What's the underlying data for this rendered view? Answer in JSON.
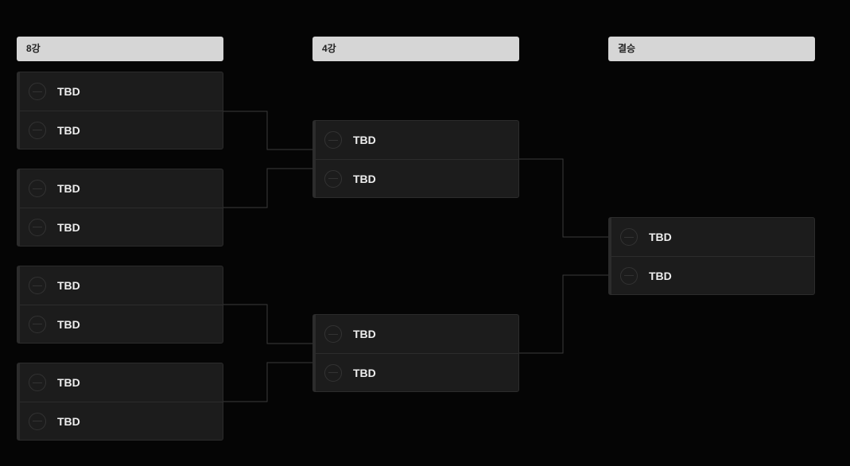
{
  "rounds": [
    {
      "label": "8강",
      "matches": [
        {
          "teams": [
            "TBD",
            "TBD"
          ]
        },
        {
          "teams": [
            "TBD",
            "TBD"
          ]
        },
        {
          "teams": [
            "TBD",
            "TBD"
          ]
        },
        {
          "teams": [
            "TBD",
            "TBD"
          ]
        }
      ]
    },
    {
      "label": "4강",
      "matches": [
        {
          "teams": [
            "TBD",
            "TBD"
          ]
        },
        {
          "teams": [
            "TBD",
            "TBD"
          ]
        }
      ]
    },
    {
      "label": "결승",
      "matches": [
        {
          "teams": [
            "TBD",
            "TBD"
          ]
        }
      ]
    }
  ],
  "colors": {
    "background": "#050505",
    "header_bg": "#d6d6d6",
    "match_bg": "#1c1c1c",
    "connector": "#3a3a3a"
  },
  "icons": {
    "team_placeholder": "circle-minus-icon"
  }
}
